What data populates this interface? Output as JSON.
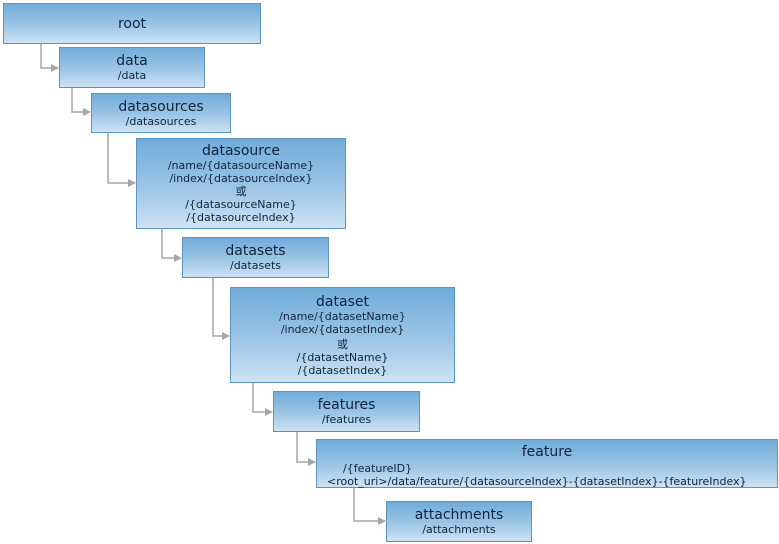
{
  "nodes": {
    "root": {
      "title": "root"
    },
    "data": {
      "title": "data",
      "path": "/data"
    },
    "datasources": {
      "title": "datasources",
      "path": "/datasources"
    },
    "datasource": {
      "title": "datasource",
      "paths": [
        "/name/{datasourceName}",
        "/index/{datasourceIndex}",
        "或",
        "/{datasourceName}",
        "/{datasourceIndex}"
      ]
    },
    "datasets": {
      "title": "datasets",
      "path": "/datasets"
    },
    "dataset": {
      "title": "dataset",
      "paths": [
        "/name/{datasetName}",
        "/index/{datasetIndex}",
        "或",
        "/{datasetName}",
        "/{datasetIndex}"
      ]
    },
    "features": {
      "title": "features",
      "path": "/features"
    },
    "feature": {
      "title": "feature",
      "paths": [
        "/{featureID}",
        "<root_uri>/data/feature/{datasourceIndex}-{datasetIndex}-{featureIndex}"
      ]
    },
    "attachments": {
      "title": "attachments",
      "path": "/attachments"
    }
  },
  "colors": {
    "box_border": "#5b93c1",
    "box_fill_top": "#71acd9",
    "box_fill_bottom": "#cfe2f3",
    "connector": "#a6a6a6",
    "text": "#10243f"
  }
}
